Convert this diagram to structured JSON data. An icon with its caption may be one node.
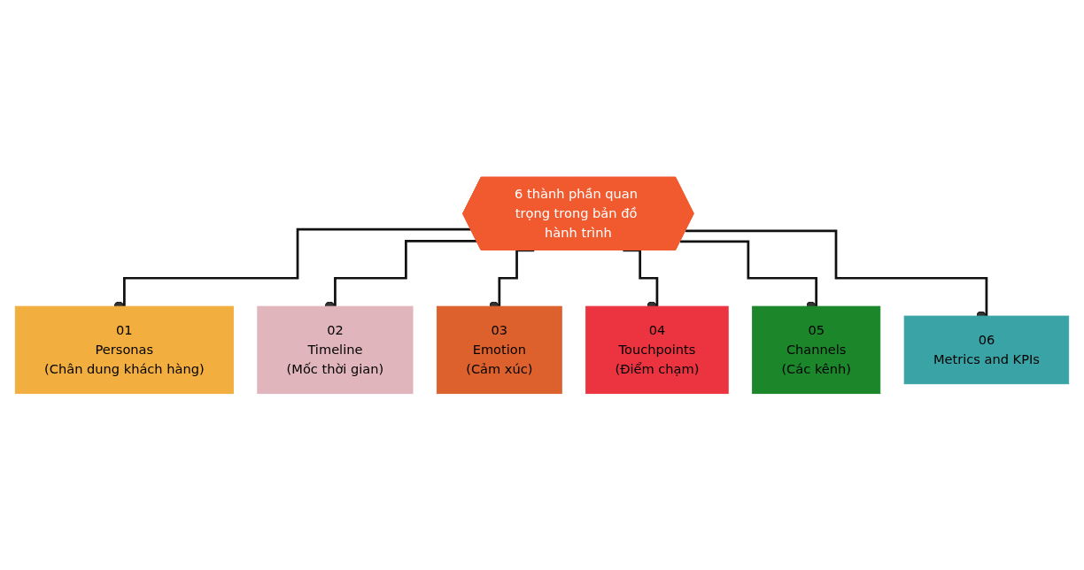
{
  "diagram": {
    "nodes": [
      {
        "text": [
          "6 thành phần quan trọng trong bản đồ hành trình"
        ]
      },
      {
        "text": [
          "01",
          "Personas",
          "(Chân dung khách hàng)"
        ]
      },
      {
        "text": [
          "02",
          "Timeline",
          "(Mốc thời gian)"
        ]
      },
      {
        "text": [
          "03",
          "Emotion",
          "(Cảm xúc)"
        ]
      },
      {
        "text": [
          "04",
          "Touchpoints",
          "(Điểm chạm)"
        ]
      },
      {
        "text": [
          "05",
          "Channels",
          "(Các kênh)"
        ]
      },
      {
        "text": [
          "06",
          "Metrics and KPIs"
        ]
      }
    ],
    "edges": [
      {
        "from": 0,
        "to": 1,
        "arrow": "other"
      },
      {
        "from": 0,
        "to": 2,
        "arrow": "other"
      },
      {
        "from": 0,
        "to": 3,
        "arrow": "other"
      },
      {
        "from": 0,
        "to": 4,
        "arrow": "other"
      },
      {
        "from": 0,
        "to": 5,
        "arrow": "other"
      },
      {
        "from": 0,
        "to": 6,
        "arrow": "other"
      }
    ]
  }
}
